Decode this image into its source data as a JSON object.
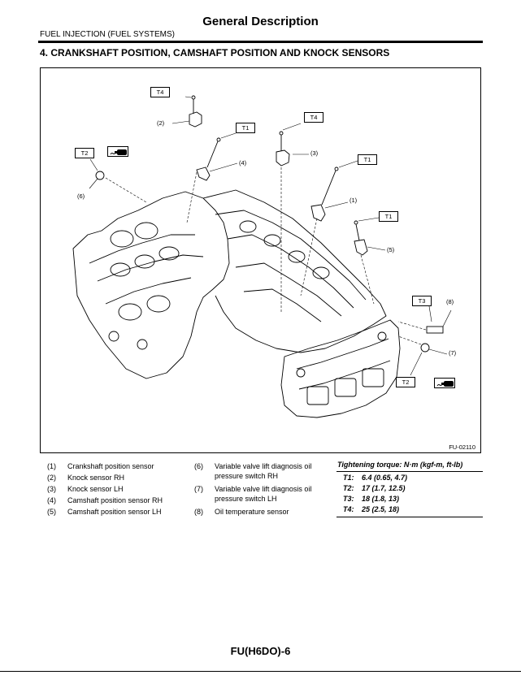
{
  "header": {
    "title": "General Description",
    "section": "FUEL INJECTION (FUEL SYSTEMS)"
  },
  "heading": "4.  CRANKSHAFT POSITION, CAMSHAFT POSITION AND KNOCK SENSORS",
  "figure": {
    "code": "FU-02110",
    "callouts": [
      "(1)",
      "(2)",
      "(3)",
      "(4)",
      "(5)",
      "(6)",
      "(7)",
      "(8)"
    ],
    "torque_tags": [
      "T1",
      "T1",
      "T1",
      "T2",
      "T2",
      "T3",
      "T4",
      "T4"
    ],
    "icons": [
      "sealant-icon",
      "sealant-icon"
    ]
  },
  "legend": {
    "col1": [
      {
        "num": "(1)",
        "text": "Crankshaft position sensor"
      },
      {
        "num": "(2)",
        "text": "Knock sensor RH"
      },
      {
        "num": "(3)",
        "text": "Knock sensor LH"
      },
      {
        "num": "(4)",
        "text": "Camshaft position sensor RH"
      },
      {
        "num": "(5)",
        "text": "Camshaft position sensor LH"
      }
    ],
    "col2": [
      {
        "num": "(6)",
        "line1": "Variable valve lift diagnosis oil",
        "line2": "pressure switch RH"
      },
      {
        "num": "(7)",
        "line1": "Variable valve lift diagnosis oil",
        "line2": "pressure switch LH"
      },
      {
        "num": "(8)",
        "line1": "Oil temperature sensor",
        "line2": ""
      }
    ]
  },
  "torque": {
    "title": "Tightening torque: N·m (kgf-m, ft-lb)",
    "rows": [
      {
        "key": "T1:",
        "value": "6.4 (0.65, 4.7)"
      },
      {
        "key": "T2:",
        "value": "17 (1.7, 12.5)"
      },
      {
        "key": "T3:",
        "value": "18 (1.8, 13)"
      },
      {
        "key": "T4:",
        "value": "25 (2.5, 18)"
      }
    ]
  },
  "footer": {
    "page": "FU(H6DO)-6"
  }
}
